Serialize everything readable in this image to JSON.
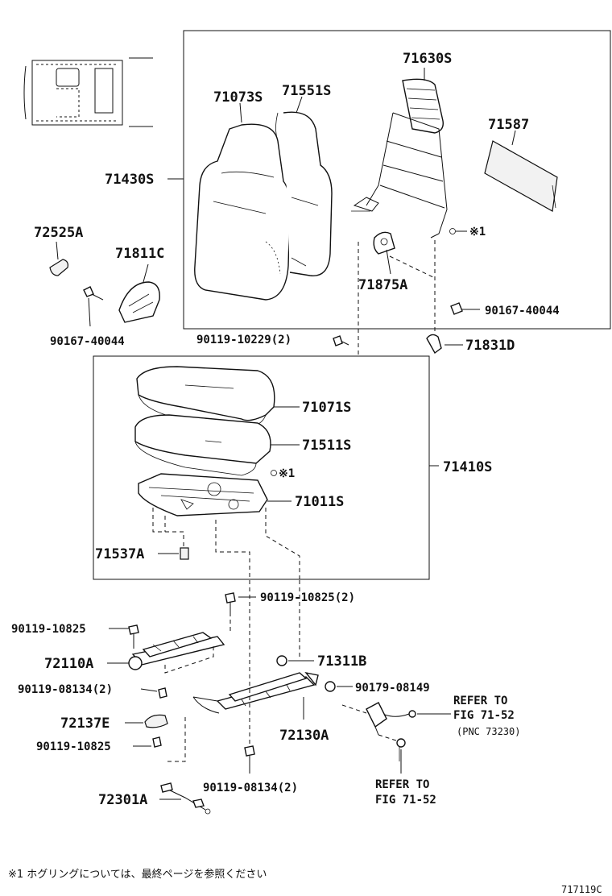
{
  "labels": {
    "p71630S": "71630S",
    "p71073S": "71073S",
    "p71551S": "71551S",
    "p71587": "71587",
    "p71430S": "71430S",
    "p72525A": "72525A",
    "p71811C": "71811C",
    "p71875A": "71875A",
    "mark1_top": "※1",
    "p90167_right": "90167-40044",
    "p90167_left": "90167-40044",
    "p90119_10229": "90119-10229(2)",
    "p71831D": "71831D",
    "p71071S": "71071S",
    "p71511S": "71511S",
    "mark1_mid": "※1",
    "p71410S": "71410S",
    "p71011S": "71011S",
    "p71537A": "71537A",
    "p90119_10825_2": "90119-10825(2)",
    "p90119_10825_a": "90119-10825",
    "p71311B": "71311B",
    "p72110A": "72110A",
    "p90119_08134_a": "90119-08134(2)",
    "p90179_08149": "90179-08149",
    "refer1_l1": "REFER TO",
    "refer1_l2": "FIG 71-52",
    "refer1_pnc": "(PNC 73230)",
    "p72137E": "72137E",
    "p72130A": "72130A",
    "p90119_10825_b": "90119-10825",
    "refer2_l1": "REFER TO",
    "refer2_l2": "FIG 71-52",
    "p90119_08134_b": "90119-08134(2)",
    "p72301A": "72301A"
  },
  "footnote": "※1 ホグリングについては、最終ページを参照ください",
  "figure_id": "717119C"
}
